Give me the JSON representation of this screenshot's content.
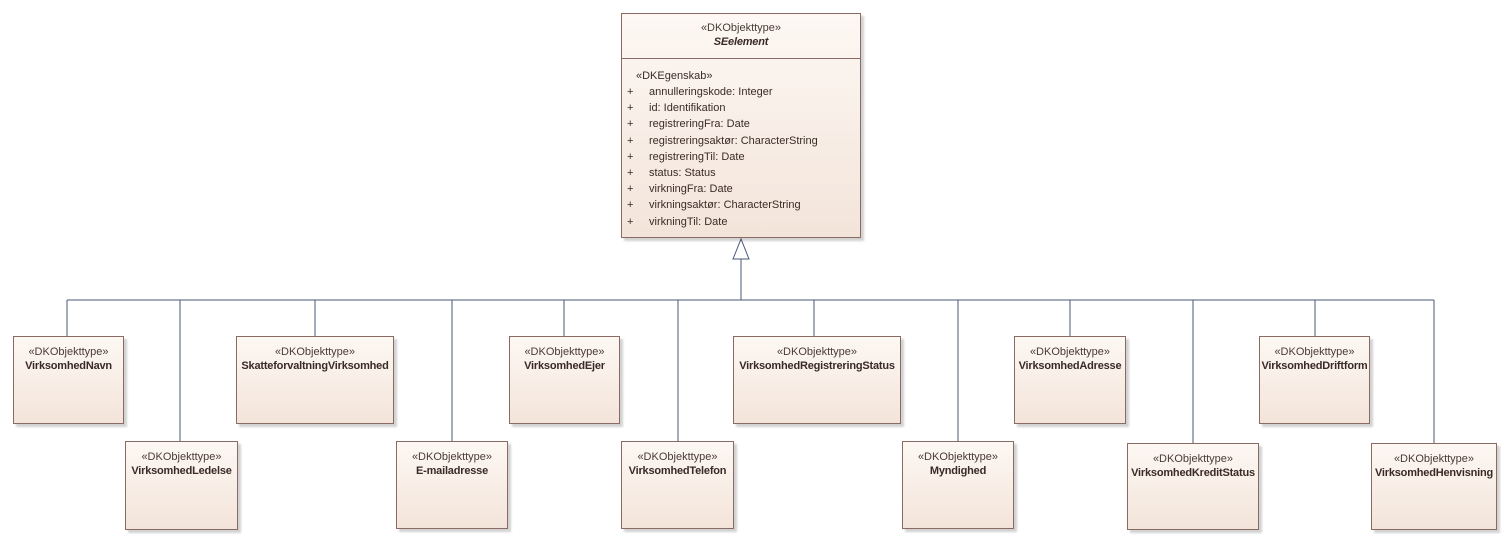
{
  "superclass": {
    "stereotype": "«DKObjekttype»",
    "name": "SEelement",
    "attr_stereotype": "«DKEgenskab»",
    "attributes": [
      {
        "vis": "+",
        "text": "annulleringskode: Integer"
      },
      {
        "vis": "+",
        "text": "id: Identifikation"
      },
      {
        "vis": "+",
        "text": "registreringFra: Date"
      },
      {
        "vis": "+",
        "text": "registreringsaktør: CharacterString"
      },
      {
        "vis": "+",
        "text": "registreringTil: Date"
      },
      {
        "vis": "+",
        "text": "status: Status"
      },
      {
        "vis": "+",
        "text": "virkningFra: Date"
      },
      {
        "vis": "+",
        "text": "virkningsaktør: CharacterString"
      },
      {
        "vis": "+",
        "text": "virkningTil: Date"
      }
    ]
  },
  "subclasses": [
    {
      "stereotype": "«DKObjekttype»",
      "name": "VirksomhedNavn"
    },
    {
      "stereotype": "«DKObjekttype»",
      "name": "VirksomhedLedelse"
    },
    {
      "stereotype": "«DKObjekttype»",
      "name": "SkatteforvaltningVirksomhed"
    },
    {
      "stereotype": "«DKObjekttype»",
      "name": "E-mailadresse"
    },
    {
      "stereotype": "«DKObjekttype»",
      "name": "VirksomhedEjer"
    },
    {
      "stereotype": "«DKObjekttype»",
      "name": "VirksomhedTelefon"
    },
    {
      "stereotype": "«DKObjekttype»",
      "name": "VirksomhedRegistreringStatus"
    },
    {
      "stereotype": "«DKObjekttype»",
      "name": "Myndighed"
    },
    {
      "stereotype": "«DKObjekttype»",
      "name": "VirksomhedAdresse"
    },
    {
      "stereotype": "«DKObjekttype»",
      "name": "VirksomhedKreditStatus"
    },
    {
      "stereotype": "«DKObjekttype»",
      "name": "VirksomhedDriftform"
    },
    {
      "stereotype": "«DKObjekttype»",
      "name": "VirksomhedHenvisning"
    }
  ],
  "colors": {
    "line": "#4a5a78",
    "border": "#8a6b63",
    "fill_top": "#fdf8f3",
    "fill_bottom": "#f3e4da"
  }
}
